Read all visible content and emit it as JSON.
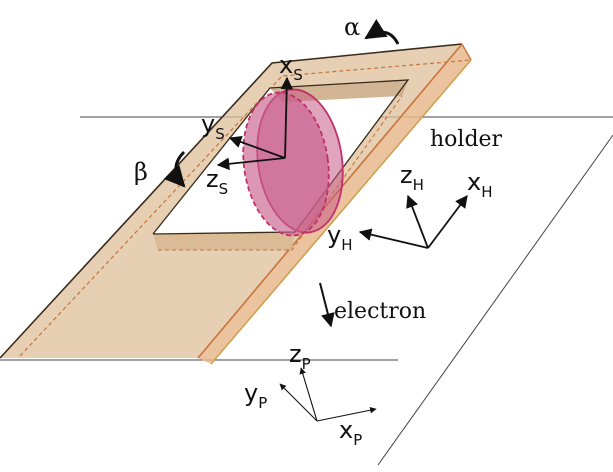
{
  "rotation_labels": {
    "alpha": "α",
    "beta": "β"
  },
  "sample_axes": {
    "x": {
      "base": "x",
      "sub": "S"
    },
    "y": {
      "base": "y",
      "sub": "S"
    },
    "z": {
      "base": "z",
      "sub": "S"
    }
  },
  "holder_axes": {
    "x": {
      "base": "x",
      "sub": "H"
    },
    "y": {
      "base": "y",
      "sub": "H"
    },
    "z": {
      "base": "z",
      "sub": "H"
    }
  },
  "plane_axes": {
    "x": {
      "base": "x",
      "sub": "P"
    },
    "y": {
      "base": "y",
      "sub": "P"
    },
    "z": {
      "base": "z",
      "sub": "P"
    }
  },
  "holder_label": "holder",
  "electron_label": "electron",
  "colors": {
    "holder_fill": "#ddbf9a",
    "holder_edge": "#c8743a",
    "sample_fill": "#c85a86",
    "sample_edge": "#c0306a",
    "line": "#222222"
  }
}
